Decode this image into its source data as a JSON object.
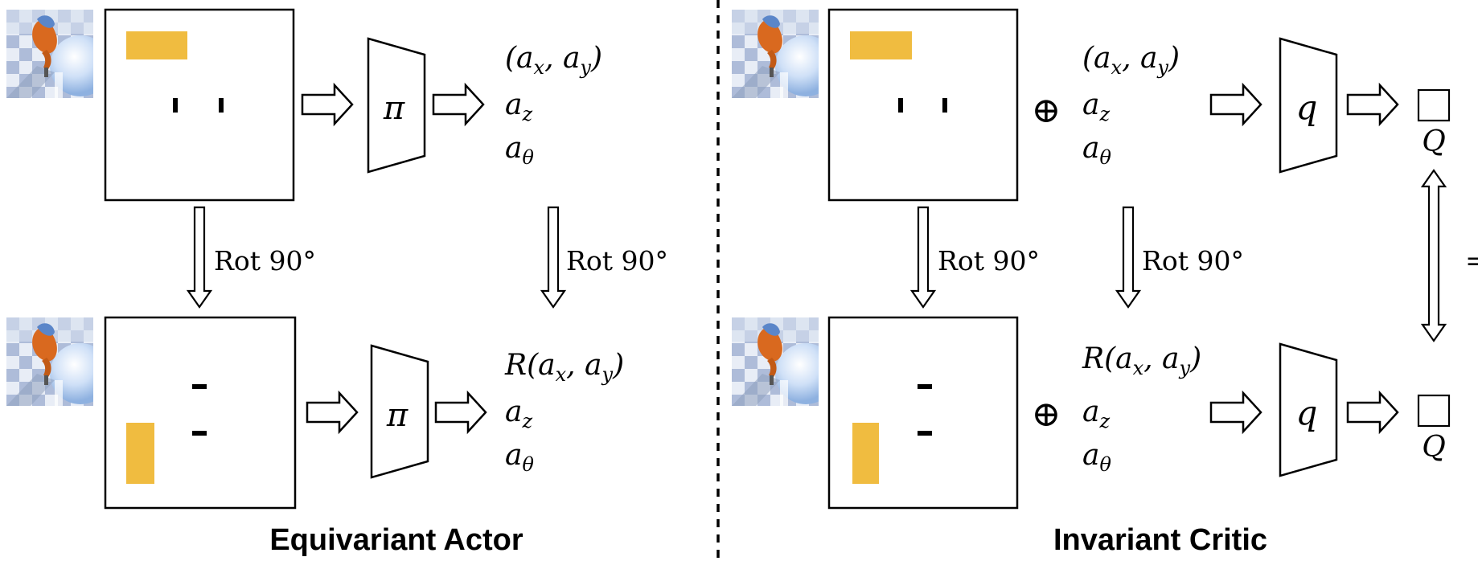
{
  "left_panel": {
    "title": "Equivariant Actor",
    "network_symbol": "π",
    "rotation_label_left": "Rot 90°",
    "rotation_label_right": "Rot 90°",
    "top_actions": {
      "line1": "(a_x, a_y)",
      "line2": "a_z",
      "line3": "a_θ"
    },
    "bottom_actions": {
      "line1": "R(a_x, a_y)",
      "line2": "a_z",
      "line3": "a_θ"
    }
  },
  "right_panel": {
    "title": "Invariant Critic",
    "network_symbol": "q",
    "concat_symbol": "⊕",
    "rotation_label_left": "Rot 90°",
    "rotation_label_right": "Rot 90°",
    "output_label": "Q",
    "equality_symbol": "=",
    "top_actions": {
      "line1": "(a_x, a_y)",
      "line2": "a_z",
      "line3": "a_θ"
    },
    "bottom_actions": {
      "line1": "R(a_x, a_y)",
      "line2": "a_z",
      "line3": "a_θ"
    }
  },
  "colors": {
    "object": "#f0bc40",
    "robot_orange": "#d9691f",
    "robot_blue": "#5b86c9",
    "floor_light": "#e6ecf6",
    "floor_dark": "#a9b8d6",
    "line": "#000000"
  }
}
